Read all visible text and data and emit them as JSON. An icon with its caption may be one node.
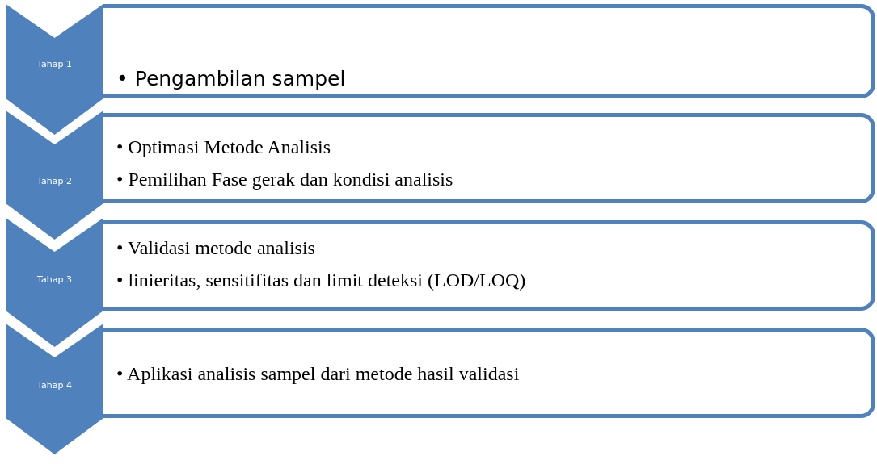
{
  "diagram": {
    "nodes": [
      {
        "text": [
          "Tahap 1"
        ]
      },
      {
        "text": [
          "• Pengambilan sampel"
        ]
      },
      {
        "text": [
          "Tahap 2"
        ]
      },
      {
        "text": [
          "• Optimasi Metode Analisis",
          "• Pemilihan Fase gerak dan kondisi analisis"
        ]
      },
      {
        "text": [
          "Tahap 3"
        ]
      },
      {
        "text": [
          "• Validasi metode analisis",
          "• linieritas, sensitifitas dan limit deteksi (LOD/LOQ)"
        ]
      },
      {
        "text": [
          "Tahap 4"
        ]
      },
      {
        "text": [
          "• Aplikasi analisis sampel dari metode hasil validasi"
        ]
      }
    ]
  }
}
